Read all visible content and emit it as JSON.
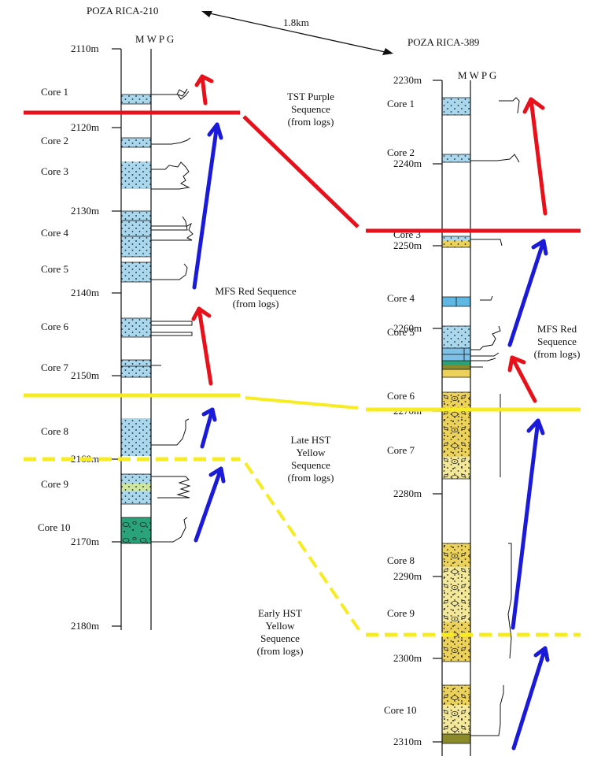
{
  "distance_label": "1.8km",
  "colors": {
    "red": "#e8101a",
    "blue": "#1a1ad8",
    "yellow": "#f7ec21",
    "ink": "#111111",
    "lightblue": "#a9d7ee",
    "sand": "#ecd25a",
    "green": "#2aa37a",
    "olive": "#8a8a2a"
  },
  "wells": [
    {
      "title": "POZA RICA-210",
      "column_header": "M W P G",
      "depth_labels": [
        "2110m",
        "2120m",
        "2130m",
        "2140m",
        "2150m",
        "2160m",
        "2170m",
        "2180m"
      ],
      "cores": [
        "Core 1",
        "Core 2",
        "Core 3",
        "Core 4",
        "Core 5",
        "Core 6",
        "Core 7",
        "Core 8",
        "Core 9",
        "Core 10"
      ]
    },
    {
      "title": "POZA RICA-389",
      "column_header": "M W P G",
      "depth_labels": [
        "2230m",
        "2240m",
        "2250m",
        "2260m",
        "2270m",
        "2280m",
        "2290m",
        "2300m",
        "2310m"
      ],
      "cores": [
        "Core 1",
        "Core 2",
        "Core 3",
        "Core 4",
        "Core 5",
        "Core 6",
        "Core 7",
        "Core 8",
        "Core 9",
        "Core 10"
      ]
    }
  ],
  "sequences": {
    "tst_purple": [
      "TST Purple",
      "Sequence",
      "(from logs)"
    ],
    "mfs_red_left": [
      "MFS Red Sequence",
      "(from logs)"
    ],
    "mfs_red_right": [
      "MFS Red",
      "Sequence",
      "(from logs)"
    ],
    "late_hst": [
      "Late HST",
      "Yellow",
      "Sequence",
      "(from logs)"
    ],
    "early_hst": [
      "Early HST",
      "Yellow",
      "Sequence",
      "(from logs)"
    ]
  }
}
